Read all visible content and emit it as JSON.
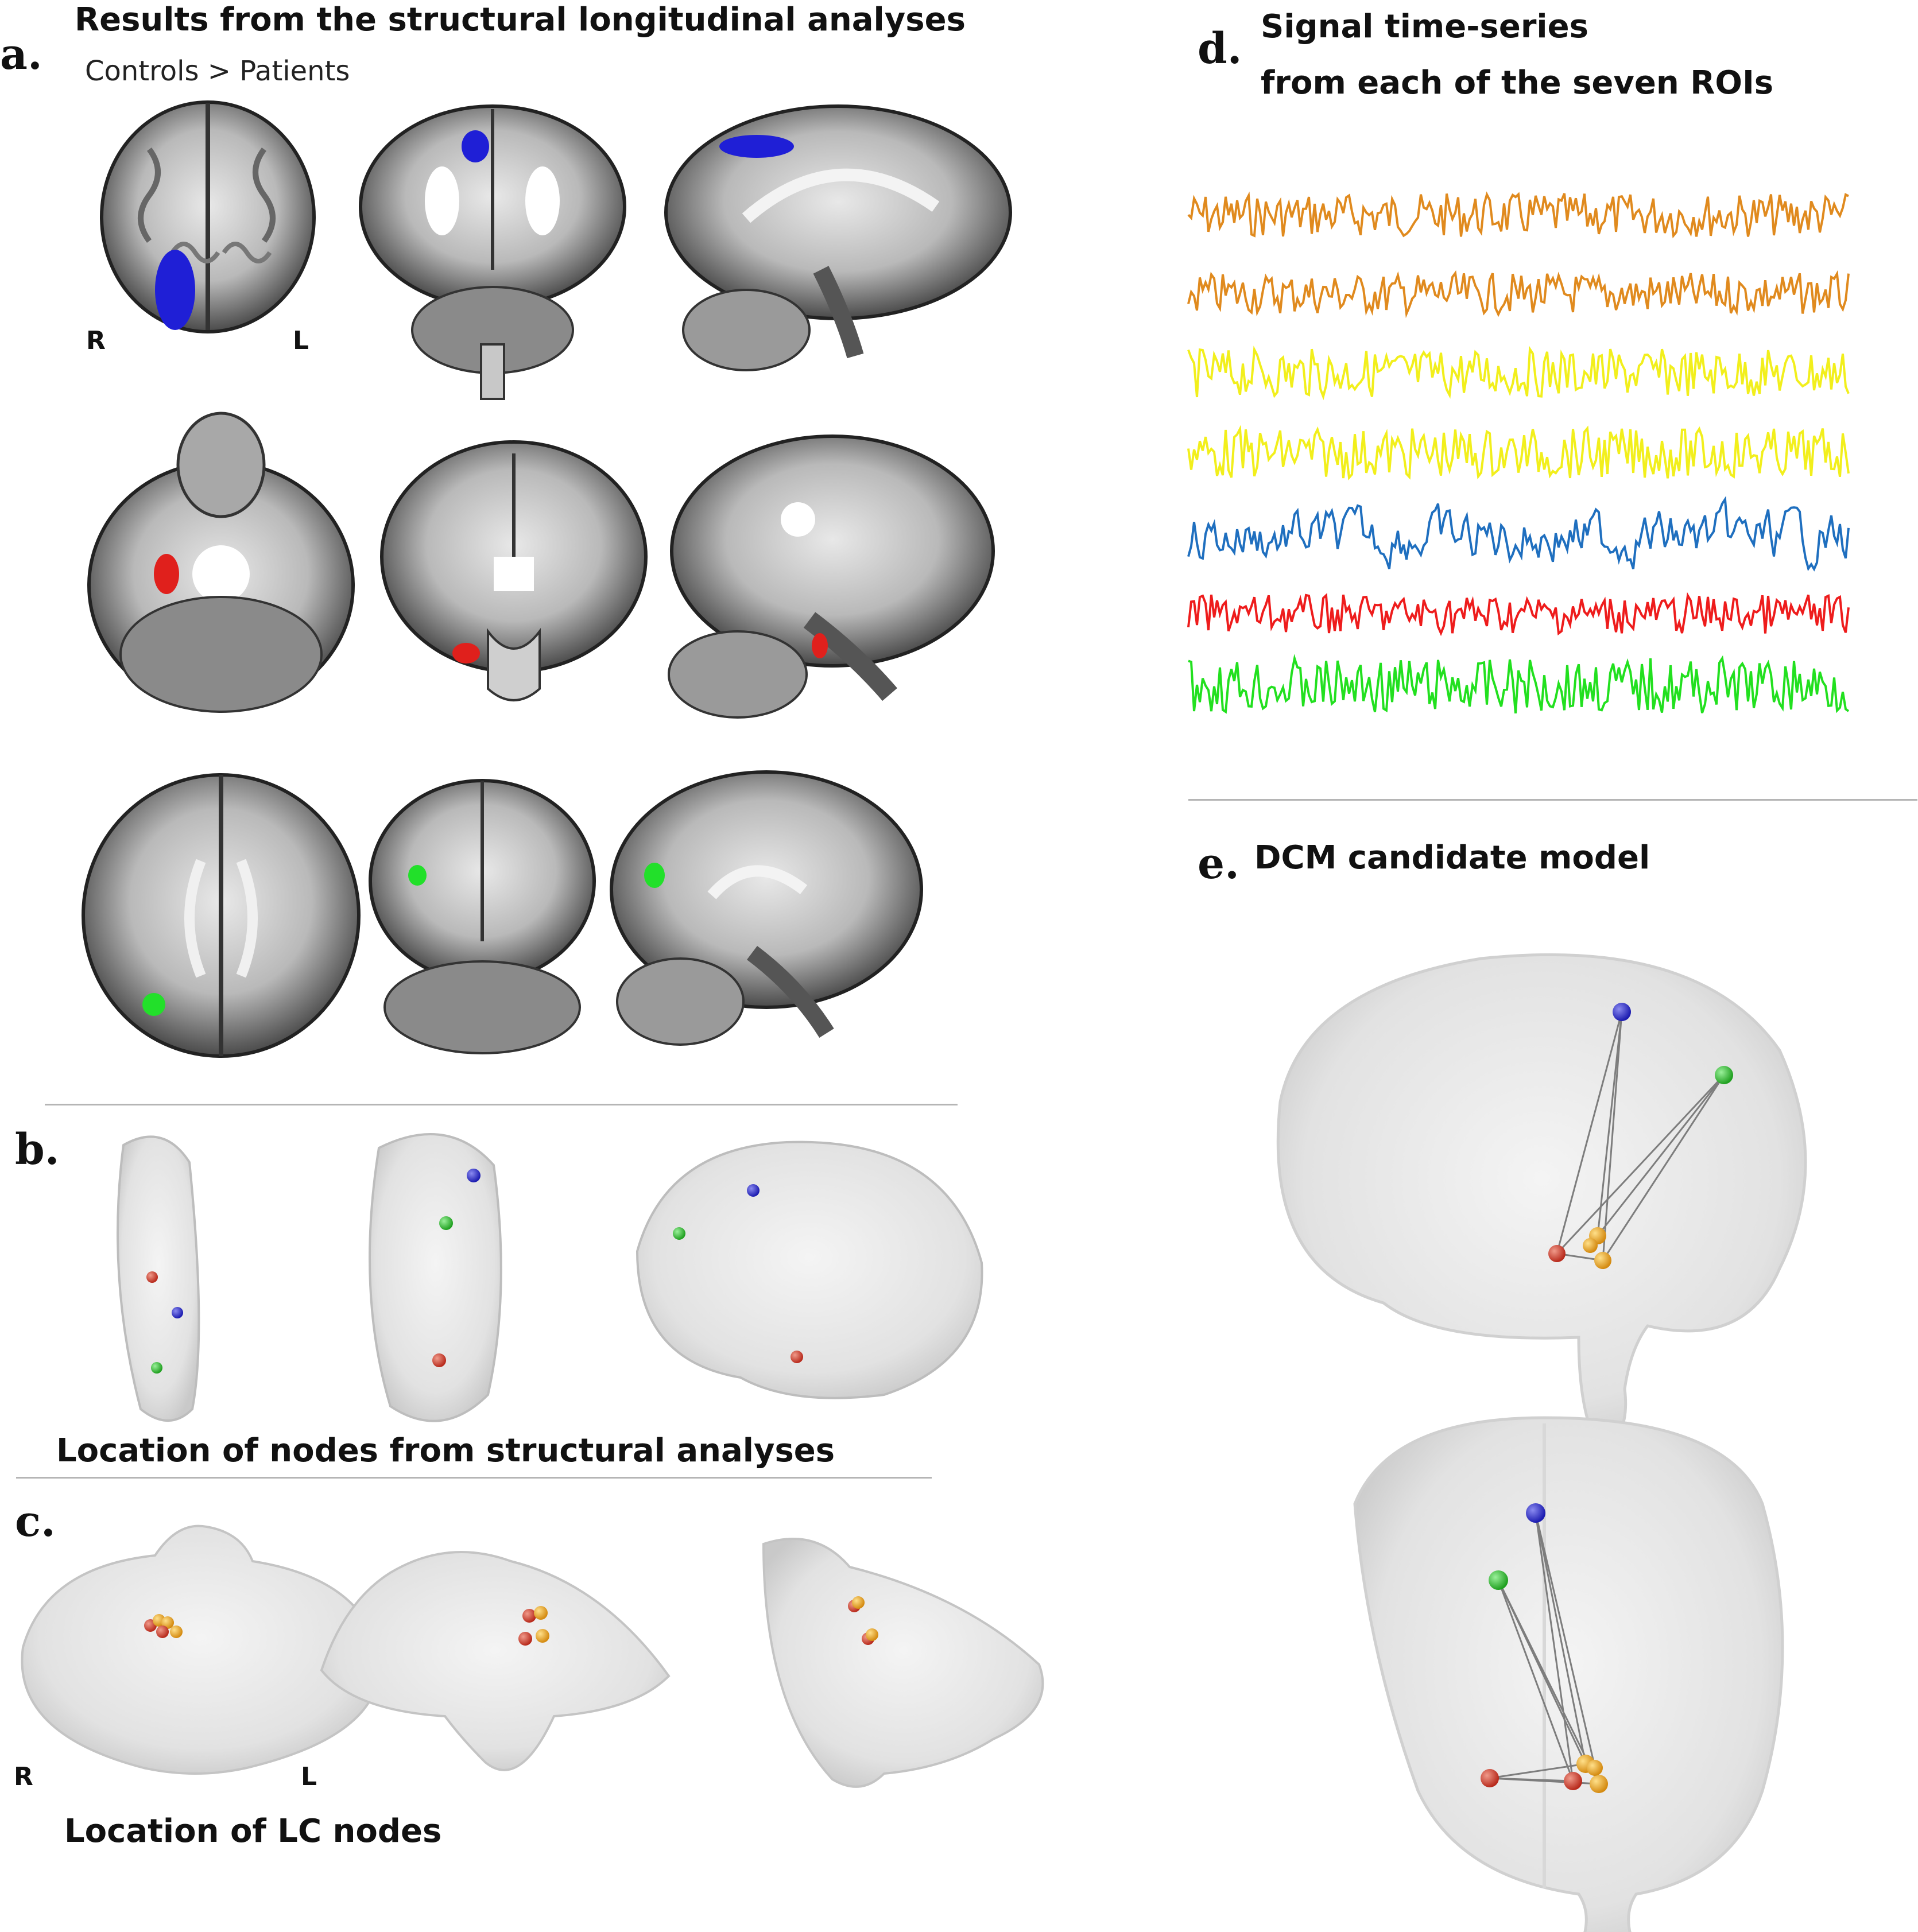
{
  "panel_a": {
    "letter": "a.",
    "title": "Results from the structural longitudinal analyses",
    "subtitle": "Controls  > Patients",
    "orient_right": "R",
    "orient_left": "L",
    "rows": [
      {
        "cluster_color": "#1f1fd6",
        "views": [
          "axial",
          "coronal",
          "sagittal"
        ]
      },
      {
        "cluster_color": "#e0201c",
        "views": [
          "axial",
          "coronal",
          "sagittal"
        ]
      },
      {
        "cluster_color": "#22e02a",
        "views": [
          "axial",
          "coronal",
          "sagittal"
        ]
      }
    ]
  },
  "panel_b": {
    "letter": "b.",
    "caption": "Location of nodes from structural analyses",
    "node_colors": [
      "#1a1ac8",
      "#2ec72e",
      "#c42020"
    ]
  },
  "panel_c": {
    "letter": "c.",
    "caption": "Location of LC nodes",
    "orient_right": "R",
    "orient_left": "L",
    "node_colors": [
      "#d94a2a",
      "#e8a020"
    ]
  },
  "panel_d": {
    "letter": "d.",
    "title_line1": "Signal time-series",
    "title_line2": "from each of the seven ROIs",
    "series_colors": [
      "#e08a1e",
      "#e08a1e",
      "#f2ef1c",
      "#f2ef1c",
      "#1f6fbf",
      "#ee1c1c",
      "#22e01f"
    ]
  },
  "panel_e": {
    "letter": "e.",
    "title": "DCM candidate model",
    "node_colors": {
      "blue": "#1c1cc8",
      "green": "#2ec730",
      "red": "#d83a2a",
      "orange": "#e8a21e"
    }
  }
}
